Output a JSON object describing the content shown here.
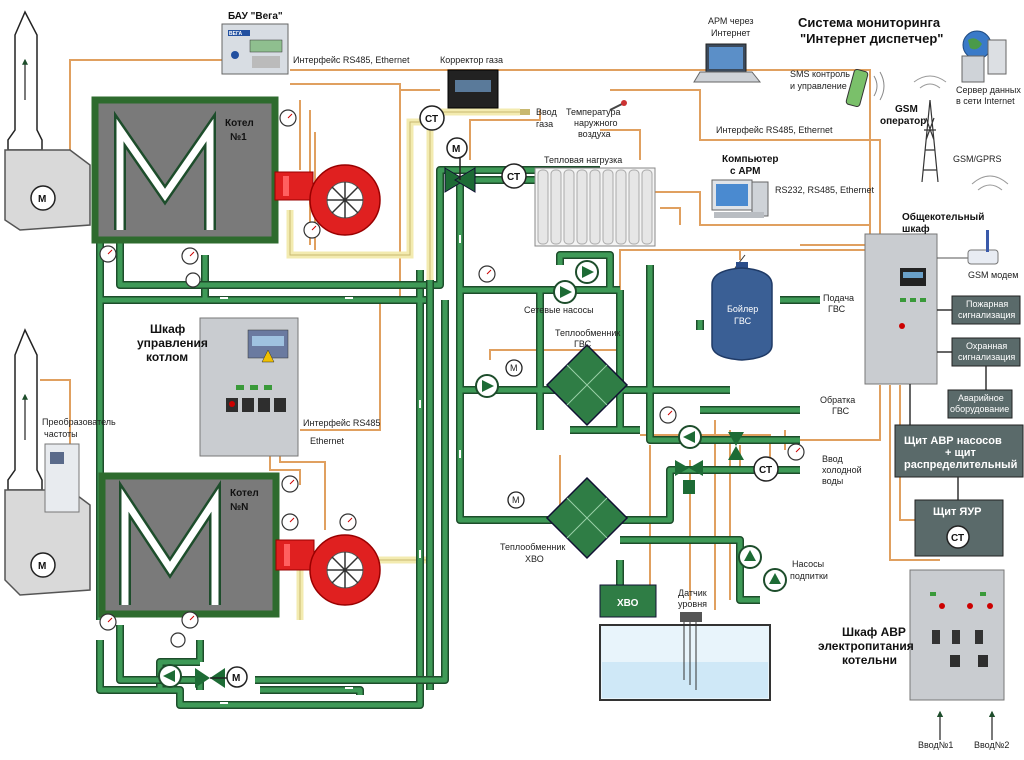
{
  "title": {
    "line1": "Система мониторинга",
    "line2": "\"Интернет диспетчер\""
  },
  "bau": {
    "label": "БАУ \"Вега\"",
    "brand": "ВЕГА"
  },
  "gas_corrector": {
    "label": "Корректор газа"
  },
  "gas_inlet": {
    "line1": "Ввод",
    "line2": "газа"
  },
  "outdoor_temp": {
    "line1": "Температура",
    "line2": "наружного",
    "line3": "воздуха"
  },
  "heat_load": "Тепловая нагрузка",
  "arm_internet": {
    "line1": "АРМ через",
    "line2": "Интернет"
  },
  "sms": {
    "line1": "SMS контроль",
    "line2": "и  управление"
  },
  "gsm_operator": {
    "line1": "GSM",
    "line2": "оператор"
  },
  "server": {
    "line1": "Сервер данных",
    "line2": "в сети Internet"
  },
  "gsm_gprs": "GSM/GPRS",
  "gsm_modem": "GSM модем",
  "computer": {
    "line1": "Компьютер",
    "line2": "с АРМ"
  },
  "interfaces": {
    "top": "Интерфейс  RS485, Ethernet",
    "middle": "Интерфейс  RS485, Ethernet",
    "computer": "RS232, RS485, Ethernet",
    "boiler_n_line1": "Интерфейс  RS485",
    "boiler_n_line2": "Ethernet"
  },
  "common_cabinet": {
    "line1": "Общекотельный",
    "line2": "шкаф"
  },
  "boiler1": {
    "line1": "Котел",
    "line2": "№1"
  },
  "boilerN": {
    "line1": "Котел",
    "line2": "№N"
  },
  "motor_label": "М",
  "ct_label": "СТ",
  "cabinet_boiler": {
    "line1": "Шкаф",
    "line2": "управления",
    "line3": "котлом"
  },
  "freq_converter": {
    "line1": "Преобразователь",
    "line2": "частоты"
  },
  "network_pumps": "Сетевые насосы",
  "hx_gvs": {
    "line1": "Теплообменник",
    "line2": "ГВС"
  },
  "hx_hvo": {
    "line1": "Теплообменник",
    "line2": "ХВО"
  },
  "boiler_gvs": {
    "line1": "Бойлер",
    "line2": "ГВС"
  },
  "supply_gvs": {
    "line1": "Подача",
    "line2": "ГВС"
  },
  "return_gvs": {
    "line1": "Обратка",
    "line2": "ГВС"
  },
  "cold_water": {
    "line1": "Ввод",
    "line2": "холодной",
    "line3": "воды"
  },
  "makeup_pumps": {
    "line1": "Насосы",
    "line2": "подпитки"
  },
  "hvo": "ХВО",
  "level_sensor": {
    "line1": "Датчик",
    "line2": "уровня"
  },
  "fire_alarm": {
    "line1": "Пожарная",
    "line2": "сигнализация"
  },
  "security_alarm": {
    "line1": "Охранная",
    "line2": "сигнализация"
  },
  "emergency_equipment": {
    "line1": "Аварийное",
    "line2": "оборудование"
  },
  "avr_pumps": {
    "line1": "Щит АВР насосов",
    "line2": "+ щит",
    "line3": "распределительный"
  },
  "yaur": "Щит ЯУР",
  "avr_power": {
    "line1": "Шкаф АВР",
    "line2": "электропитания",
    "line3": "котельни"
  },
  "input1": "Ввод№1",
  "input2": "Ввод№2",
  "colors": {
    "pipe_green": "#2f7d45",
    "pipe_outline": "#1d4d2b",
    "signal_orange": "#e0a060",
    "gas_yellow": "#f3ebb0",
    "boiler_green": "#2e6b2e",
    "burner_red": "#e02020",
    "cabinet_gray": "#5a6a6a"
  }
}
